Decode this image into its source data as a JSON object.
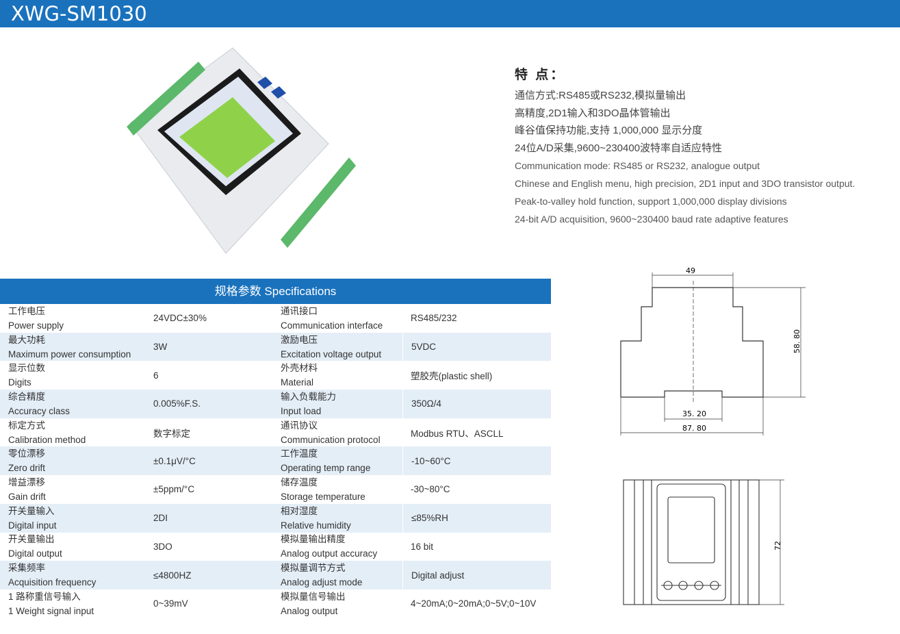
{
  "header": {
    "title": "XWG-SM1030"
  },
  "features": {
    "title": "特 点：",
    "cn": [
      "通信方式:RS485或RS232,模拟量输出",
      "高精度,2D1输入和3DO晶体管输出",
      "峰谷值保持功能,支持 1,000,000 显示分度",
      "24位A/D采集,9600~230400波特率自适应特性"
    ],
    "en": [
      "Communication mode: RS485 or RS232, analogue output",
      "Chinese and English menu, high precision, 2D1 input and 3DO transistor output.",
      "Peak-to-valley hold function, support 1,000,000 display divisions",
      "24-bit A/D acquisition, 9600~230400 baud rate adaptive features"
    ]
  },
  "spec": {
    "title": "规格参数  Specifications",
    "rows": [
      {
        "l_cn": "工作电压",
        "l_en": "Power supply",
        "l_val": "24VDC±30%",
        "r_cn": "通讯接口",
        "r_en": "Communication interface",
        "r_val": "RS485/232"
      },
      {
        "l_cn": "最大功耗",
        "l_en": "Maximum power consumption",
        "l_val": "3W",
        "r_cn": "激励电压",
        "r_en": "Excitation voltage output",
        "r_val": "5VDC"
      },
      {
        "l_cn": "显示位数",
        "l_en": "Digits",
        "l_val": "6",
        "r_cn": "外壳材料",
        "r_en": "Material",
        "r_val": "塑胶壳(plastic shell)"
      },
      {
        "l_cn": "综合精度",
        "l_en": "Accuracy class",
        "l_val": "0.005%F.S.",
        "r_cn": "输入负载能力",
        "r_en": "Input load",
        "r_val": "350Ω/4"
      },
      {
        "l_cn": "标定方式",
        "l_en": "Calibration method",
        "l_val": "数字标定",
        "r_cn": "通讯协议",
        "r_en": "Communication protocol",
        "r_val": "Modbus RTU、ASCLL"
      },
      {
        "l_cn": "零位漂移",
        "l_en": "Zero drift",
        "l_val": "±0.1μV/°C",
        "r_cn": "工作温度",
        "r_en": "Operating temp range",
        "r_val": "-10~60°C"
      },
      {
        "l_cn": "增益漂移",
        "l_en": "Gain drift",
        "l_val": "±5ppm/°C",
        "r_cn": "储存温度",
        "r_en": "Storage temperature",
        "r_val": "-30~80°C"
      },
      {
        "l_cn": "开关量输入",
        "l_en": "Digital input",
        "l_val": "2DI",
        "r_cn": "相对湿度",
        "r_en": "Relative humidity",
        "r_val": "≤85%RH"
      },
      {
        "l_cn": "开关量输出",
        "l_en": "Digital output",
        "l_val": "3DO",
        "r_cn": "模拟量输出精度",
        "r_en": "Analog output accuracy",
        "r_val": "16 bit"
      },
      {
        "l_cn": "采集频率",
        "l_en": "Acquisition frequency",
        "l_val": "≤4800HZ",
        "r_cn": "模拟量调节方式",
        "r_en": "Analog adjust mode",
        "r_val": "Digital adjust"
      },
      {
        "l_cn": "1 路称重信号输入",
        "l_en": "1 Weight signal input",
        "l_val": "0~39mV",
        "r_cn": "模拟量信号输出",
        "r_en": "Analog output",
        "r_val": "4~20mA;0~20mA;0~5V;0~10V"
      }
    ]
  },
  "drawing": {
    "width": "49",
    "height": "58. 80",
    "inner": "35. 20",
    "total": "87. 80",
    "front_height": "72"
  },
  "colors": {
    "brand": "#1a72bd",
    "row_alt": "#e4eef7",
    "terminal": "#5cb86a",
    "lcd": "#8fd24a"
  }
}
